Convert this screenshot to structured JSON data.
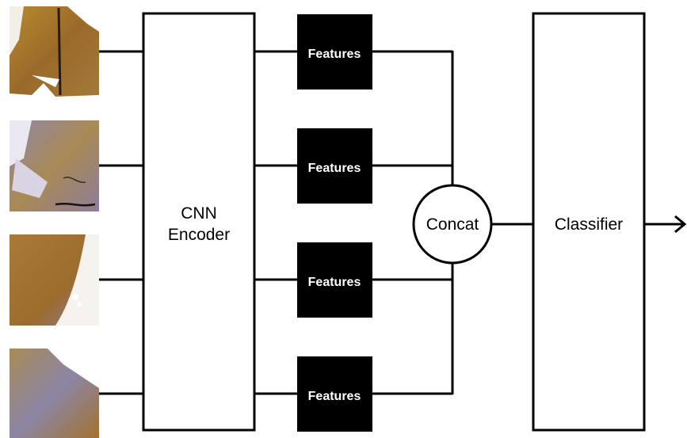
{
  "encoder": {
    "line1": "CNN",
    "line2": "Encoder"
  },
  "features": [
    {
      "label": "Features"
    },
    {
      "label": "Features"
    },
    {
      "label": "Features"
    },
    {
      "label": "Features"
    }
  ],
  "concat": {
    "label": "Concat"
  },
  "classifier": {
    "label": "Classifier"
  },
  "colors": {
    "stroke": "#000000",
    "feature_fill": "#000000",
    "feature_text": "#ffffff"
  }
}
